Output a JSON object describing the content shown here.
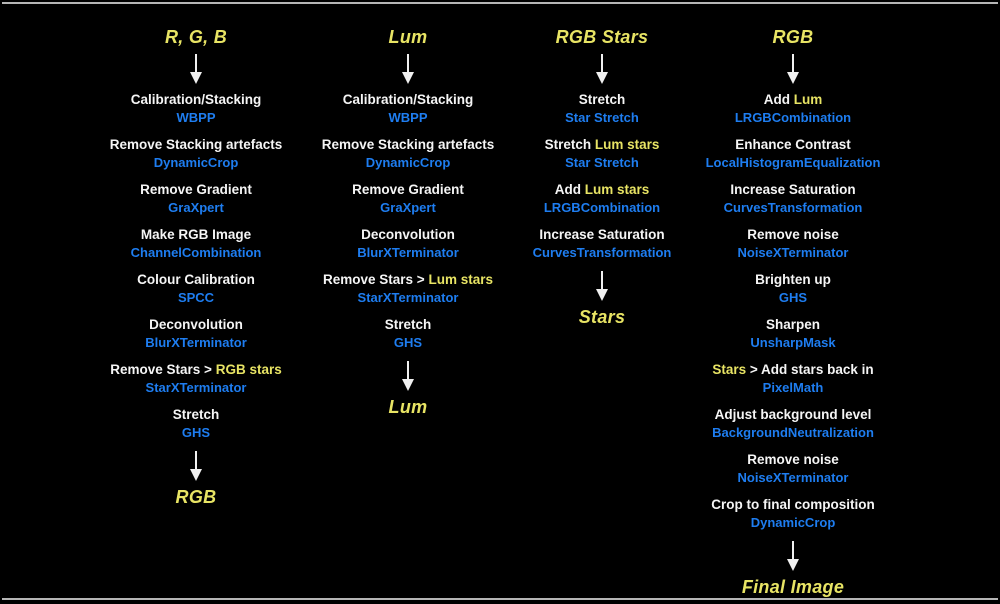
{
  "page": {
    "background": "#000000",
    "border_rule_color": "#b5b5b5"
  },
  "colors": {
    "step": "#f5f5f5",
    "tool": "#1e7df0",
    "accent": "#e8e464",
    "arrow": "#f0f0f0"
  },
  "columns": [
    {
      "id": "rgb-channels",
      "header": "R, G, B",
      "steps": [
        {
          "label": [
            {
              "t": "Calibration/Stacking",
              "c": "step"
            }
          ],
          "tool": "WBPP"
        },
        {
          "label": [
            {
              "t": "Remove Stacking artefacts",
              "c": "step"
            }
          ],
          "tool": "DynamicCrop"
        },
        {
          "label": [
            {
              "t": "Remove Gradient",
              "c": "step"
            }
          ],
          "tool": "GraXpert"
        },
        {
          "label": [
            {
              "t": "Make RGB Image",
              "c": "step"
            }
          ],
          "tool": "ChannelCombination"
        },
        {
          "label": [
            {
              "t": "Colour Calibration",
              "c": "step"
            }
          ],
          "tool": "SPCC"
        },
        {
          "label": [
            {
              "t": "Deconvolution",
              "c": "step"
            }
          ],
          "tool": "BlurXTerminator"
        },
        {
          "label": [
            {
              "t": "Remove Stars > ",
              "c": "step"
            },
            {
              "t": "RGB stars",
              "c": "accent"
            }
          ],
          "tool": "StarXTerminator"
        },
        {
          "label": [
            {
              "t": "Stretch",
              "c": "step"
            }
          ],
          "tool": "GHS"
        }
      ],
      "result": "RGB"
    },
    {
      "id": "lum",
      "header": "Lum",
      "steps": [
        {
          "label": [
            {
              "t": "Calibration/Stacking",
              "c": "step"
            }
          ],
          "tool": "WBPP"
        },
        {
          "label": [
            {
              "t": "Remove Stacking artefacts",
              "c": "step"
            }
          ],
          "tool": "DynamicCrop"
        },
        {
          "label": [
            {
              "t": "Remove Gradient",
              "c": "step"
            }
          ],
          "tool": "GraXpert"
        },
        {
          "label": [
            {
              "t": "Deconvolution",
              "c": "step"
            }
          ],
          "tool": "BlurXTerminator"
        },
        {
          "label": [
            {
              "t": "Remove Stars > ",
              "c": "step"
            },
            {
              "t": "Lum stars",
              "c": "accent"
            }
          ],
          "tool": "StarXTerminator"
        },
        {
          "label": [
            {
              "t": "Stretch",
              "c": "step"
            }
          ],
          "tool": "GHS"
        }
      ],
      "result": "Lum"
    },
    {
      "id": "rgb-stars",
      "header": "RGB Stars",
      "steps": [
        {
          "label": [
            {
              "t": "Stretch",
              "c": "step"
            }
          ],
          "tool": "Star Stretch"
        },
        {
          "label": [
            {
              "t": "Stretch ",
              "c": "step"
            },
            {
              "t": "Lum stars",
              "c": "accent"
            }
          ],
          "tool": "Star Stretch"
        },
        {
          "label": [
            {
              "t": "Add ",
              "c": "step"
            },
            {
              "t": "Lum stars",
              "c": "accent"
            }
          ],
          "tool": "LRGBCombination"
        },
        {
          "label": [
            {
              "t": "Increase Saturation",
              "c": "step"
            }
          ],
          "tool": "CurvesTransformation"
        }
      ],
      "result": "Stars"
    },
    {
      "id": "rgb",
      "header": "RGB",
      "steps": [
        {
          "label": [
            {
              "t": "Add ",
              "c": "step"
            },
            {
              "t": "Lum",
              "c": "accent"
            }
          ],
          "tool": "LRGBCombination"
        },
        {
          "label": [
            {
              "t": "Enhance Contrast",
              "c": "step"
            }
          ],
          "tool": "LocalHistogramEqualization"
        },
        {
          "label": [
            {
              "t": "Increase Saturation",
              "c": "step"
            }
          ],
          "tool": "CurvesTransformation"
        },
        {
          "label": [
            {
              "t": "Remove noise",
              "c": "step"
            }
          ],
          "tool": "NoiseXTerminator"
        },
        {
          "label": [
            {
              "t": "Brighten up",
              "c": "step"
            }
          ],
          "tool": "GHS"
        },
        {
          "label": [
            {
              "t": "Sharpen",
              "c": "step"
            }
          ],
          "tool": "UnsharpMask"
        },
        {
          "label": [
            {
              "t": "Stars",
              "c": "accent"
            },
            {
              "t": " > Add stars back in",
              "c": "step"
            }
          ],
          "tool": "PixelMath"
        },
        {
          "label": [
            {
              "t": "Adjust background level",
              "c": "step"
            }
          ],
          "tool": "BackgroundNeutralization"
        },
        {
          "label": [
            {
              "t": "Remove noise",
              "c": "step"
            }
          ],
          "tool": "NoiseXTerminator"
        },
        {
          "label": [
            {
              "t": "Crop to final composition",
              "c": "step"
            }
          ],
          "tool": "DynamicCrop"
        }
      ],
      "result": "Final Image"
    }
  ]
}
